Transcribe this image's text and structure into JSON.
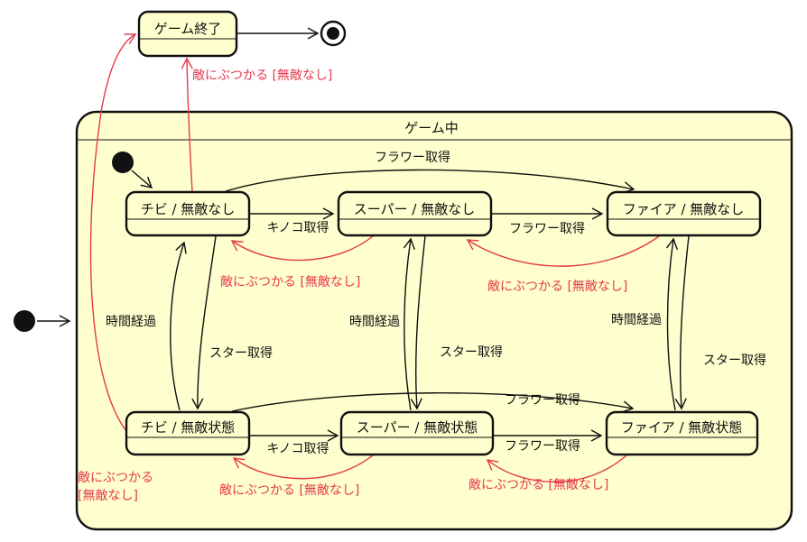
{
  "diagram": {
    "type": "uml-state-machine",
    "composite_title": "ゲーム中",
    "colors": {
      "state_fill": "#FEFECE",
      "line": "#101010",
      "alert_red": "#E5394F",
      "background": "#FFFFFF"
    },
    "states": {
      "game_over": {
        "label": "ゲーム終了"
      },
      "chibi_normal": {
        "label": "チビ / 無敵なし"
      },
      "super_normal": {
        "label": "スーパー / 無敵なし"
      },
      "fire_normal": {
        "label": "ファイア / 無敵なし"
      },
      "chibi_star": {
        "label": "チビ / 無敵状態"
      },
      "super_star": {
        "label": "スーパー / 無敵状態"
      },
      "fire_star": {
        "label": "ファイア / 無敵状態"
      }
    },
    "pseudostates": {
      "initial_outer": "initial",
      "initial_inner": "initial",
      "final": "final"
    },
    "transitions": [
      {
        "from": "initial",
        "to": "ゲーム中",
        "label": "",
        "color": "black"
      },
      {
        "from": "ゲーム終了",
        "to": "final",
        "label": "",
        "color": "black"
      },
      {
        "from": "initial",
        "to": "チビ / 無敵なし",
        "label": "",
        "color": "black"
      },
      {
        "from": "チビ / 無敵なし",
        "to": "スーパー / 無敵なし",
        "label": "キノコ取得",
        "color": "black"
      },
      {
        "from": "スーパー / 無敵なし",
        "to": "ファイア / 無敵なし",
        "label": "フラワー取得",
        "color": "black"
      },
      {
        "from": "チビ / 無敵なし",
        "to": "ファイア / 無敵なし",
        "label": "フラワー取得",
        "color": "black"
      },
      {
        "from": "スーパー / 無敵なし",
        "to": "チビ / 無敵なし",
        "label": "敵にぶつかる [無敵なし]",
        "color": "red"
      },
      {
        "from": "ファイア / 無敵なし",
        "to": "スーパー / 無敵なし",
        "label": "敵にぶつかる [無敵なし]",
        "color": "red"
      },
      {
        "from": "チビ / 無敵状態",
        "to": "チビ / 無敵なし",
        "label": "時間経過",
        "color": "black"
      },
      {
        "from": "チビ / 無敵なし",
        "to": "チビ / 無敵状態",
        "label": "スター取得",
        "color": "black"
      },
      {
        "from": "スーパー / 無敵状態",
        "to": "スーパー / 無敵なし",
        "label": "時間経過",
        "color": "black"
      },
      {
        "from": "スーパー / 無敵なし",
        "to": "スーパー / 無敵状態",
        "label": "スター取得",
        "color": "black"
      },
      {
        "from": "ファイア / 無敵状態",
        "to": "ファイア / 無敵なし",
        "label": "時間経過",
        "color": "black"
      },
      {
        "from": "ファイア / 無敵なし",
        "to": "ファイア / 無敵状態",
        "label": "スター取得",
        "color": "black"
      },
      {
        "from": "チビ / 無敵状態",
        "to": "スーパー / 無敵状態",
        "label": "キノコ取得",
        "color": "black"
      },
      {
        "from": "スーパー / 無敵状態",
        "to": "ファイア / 無敵状態",
        "label": "フラワー取得",
        "color": "black"
      },
      {
        "from": "チビ / 無敵状態",
        "to": "ファイア / 無敵状態",
        "label": "フラワー取得",
        "color": "black"
      },
      {
        "from": "スーパー / 無敵状態",
        "to": "チビ / 無敵状態",
        "label": "敵にぶつかる [無敵なし]",
        "color": "red"
      },
      {
        "from": "ファイア / 無敵状態",
        "to": "スーパー / 無敵状態",
        "label": "敵にぶつかる [無敵なし]",
        "color": "red"
      },
      {
        "from": "チビ / 無敵なし",
        "to": "ゲーム終了",
        "label": "敵にぶつかる [無敵なし]",
        "color": "red"
      },
      {
        "from": "チビ / 無敵状態",
        "to": "ゲーム終了",
        "label": "敵にぶつかる [無敵なし]",
        "color": "red",
        "label_lines": [
          "敵にぶつかる",
          "[無敵なし]"
        ]
      }
    ]
  }
}
